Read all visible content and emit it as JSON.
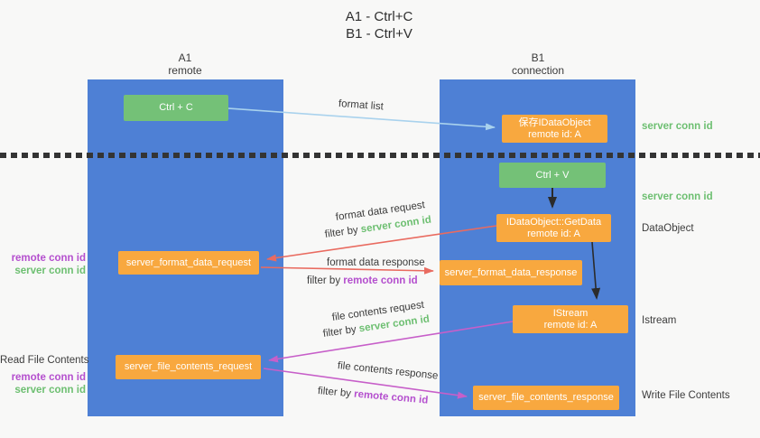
{
  "title": {
    "line1": "A1 - Ctrl+C",
    "line2": "B1 - Ctrl+V"
  },
  "columns": {
    "left": {
      "name": "A1",
      "subtitle": "remote"
    },
    "right": {
      "name": "B1",
      "subtitle": "connection"
    }
  },
  "nodes": {
    "ctrl_c": "Ctrl + C",
    "save_idataobject": {
      "line1": "保存IDataObject",
      "line2": "remote id: A"
    },
    "ctrl_v": "Ctrl + V",
    "getdata": {
      "line1": "IDataObject::GetData",
      "line2": "remote id: A"
    },
    "format_request": "server_format_data_request",
    "format_response": "server_format_data_response",
    "istream": {
      "line1": "IStream",
      "line2": "remote id: A"
    },
    "file_request": "server_file_contents_request",
    "file_response": "server_file_contents_response"
  },
  "arrow_labels": {
    "format_list": "format list",
    "format_data_request": "format data request",
    "format_data_response": "format data response",
    "file_contents_request": "file contents request",
    "file_contents_response": "file contents response",
    "filter_by": "filter by",
    "server_conn_id": "server conn id",
    "remote_conn_id": "remote conn id"
  },
  "side_labels": {
    "right_server_conn_top": "server conn id",
    "right_server_conn_mid": "server conn id",
    "dataobject": "DataObject",
    "istream": "Istream",
    "write_file_contents": "Write File Contents",
    "left_remote_conn_top": "remote conn id",
    "left_server_conn_top": "server conn id",
    "read_file_contents": "Read File Contents",
    "left_remote_conn_bottom": "remote conn id",
    "left_server_conn_bottom": "server conn id"
  },
  "colors": {
    "background": "#f8f8f7",
    "lifeline_blue": "#4e80d5",
    "green_box": "#74c177",
    "orange_box": "#f8a83f",
    "arrow_light_blue": "#a9d2ed",
    "arrow_red": "#e96b60",
    "arrow_magenta": "#c75fc9",
    "arrow_black": "#2b2b2b",
    "label_green": "#6dbf71",
    "label_purple": "#b44fce"
  }
}
